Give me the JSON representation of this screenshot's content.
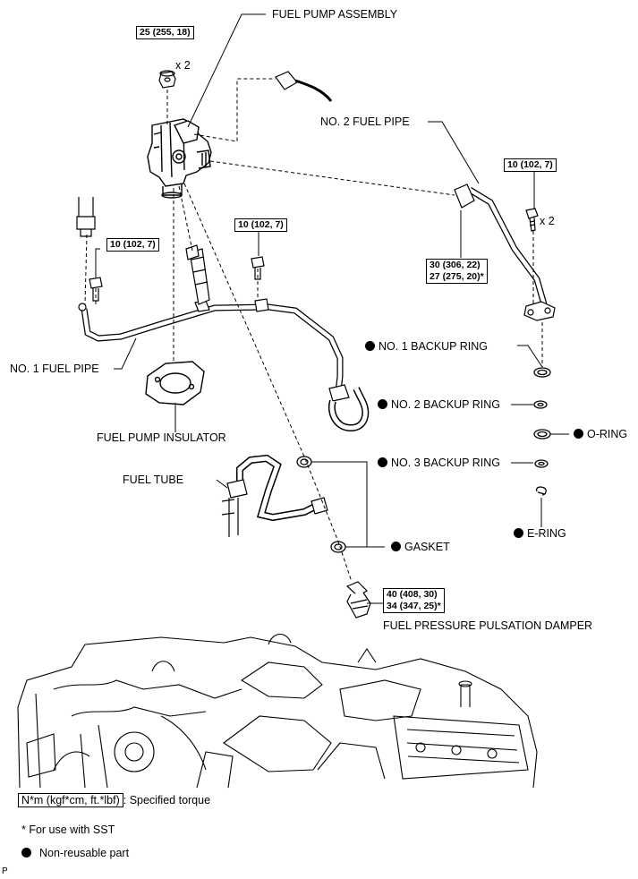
{
  "labels": {
    "fuel_pump_assembly": "FUEL PUMP ASSEMBLY",
    "no2_fuel_pipe": "NO. 2 FUEL PIPE",
    "no1_backup_ring": "NO. 1 BACKUP RING",
    "no2_backup_ring": "NO. 2 BACKUP RING",
    "o_ring": "O-RING",
    "no3_backup_ring": "NO. 3 BACKUP RING",
    "e_ring": "E-RING",
    "gasket": "GASKET",
    "no1_fuel_pipe": "NO. 1 FUEL PIPE",
    "fuel_pump_insulator": "FUEL PUMP INSULATOR",
    "fuel_tube": "FUEL TUBE",
    "fuel_pressure_pulsation_damper": "FUEL PRESSURE PULSATION DAMPER"
  },
  "torques": {
    "t1": "25 (255, 18)",
    "t2": "10 (102, 7)",
    "t3": "10 (102, 7)",
    "t4": "10 (102, 7)",
    "t5a": "30 (306, 22)",
    "t5b": "27 (275, 20)*",
    "t6a": "40 (408, 30)",
    "t6b": "34 (347, 25)*"
  },
  "counts": {
    "c1": "x 2",
    "c2": "x 2"
  },
  "legend": {
    "torque_unit": "N*m (kgf*cm, ft.*lbf)",
    "torque_desc": ": Specified torque",
    "sst_note": "* For use with SST",
    "non_reusable": "Non-reusable part"
  },
  "corner_code": "P"
}
